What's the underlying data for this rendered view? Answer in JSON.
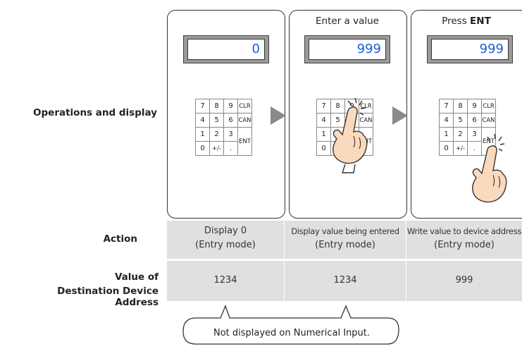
{
  "labels": {
    "operations": "Operations and display",
    "action": "Action",
    "value_line1": "Value of",
    "value_line2": "Destination Device Address"
  },
  "steps": [
    {
      "title_plain": "",
      "title_bold": "",
      "display": "0",
      "action_line1": "Display 0",
      "action_line2": "(Entry mode)",
      "value": "1234"
    },
    {
      "title_plain": "Enter a value",
      "title_bold": "",
      "display": "999",
      "action_line1": "Display value being entered",
      "action_line2": "(Entry mode)",
      "value": "1234"
    },
    {
      "title_plain": "Press ",
      "title_bold": "ENT",
      "display": "999",
      "action_line1": "Write value to device address",
      "action_line2": "(Entry mode)",
      "value": "999"
    }
  ],
  "keypad_keys": [
    "7",
    "8",
    "9",
    "CLR",
    "4",
    "5",
    "6",
    "CAN",
    "1",
    "2",
    "3",
    "ENT",
    "0",
    "+/-",
    "."
  ],
  "callout": "Not displayed on Numerical Input.",
  "colors": {
    "display_text": "#1c5fd0",
    "band": "#e0e0e0",
    "arrow": "#8a8a8a"
  }
}
